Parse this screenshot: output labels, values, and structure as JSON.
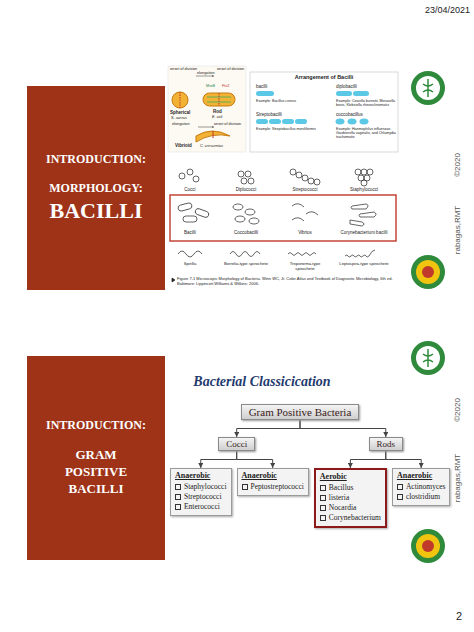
{
  "diagram": {
    "nodes": [
      {
        "text": [
          "INTRODUCTION:",
          "MORPHOLOGY:",
          "BACILLI"
        ]
      },
      {
        "text": [
          "INTRODUCTION:",
          "GRAM POSITIVE BACILLI"
        ]
      },
      {
        "text": [
          "Gram Positive Bacteria"
        ]
      },
      {
        "text": [
          "Cocci"
        ]
      },
      {
        "text": [
          "Rods"
        ]
      },
      {
        "text": [
          "Anaerobic",
          "Staphylococci",
          "Streptococci",
          "Enterococci"
        ]
      },
      {
        "text": [
          "Anaerobic",
          "Peptostreptococci"
        ]
      },
      {
        "text": [
          "Aerobic",
          "Bacillus",
          "listeria",
          "Nocardia",
          "Corynebacterium"
        ]
      },
      {
        "text": [
          "Anaerobic",
          "Actinomyces",
          "clostridium"
        ]
      }
    ],
    "edges": [
      {
        "from": 2,
        "to": 3,
        "arrow": "to"
      },
      {
        "from": 2,
        "to": 4,
        "arrow": "to"
      },
      {
        "from": 3,
        "to": 5,
        "arrow": "to"
      },
      {
        "from": 3,
        "to": 6,
        "arrow": "to"
      },
      {
        "from": 4,
        "to": 7,
        "arrow": "to"
      },
      {
        "from": 4,
        "to": 8,
        "arrow": "to"
      }
    ],
    "labels": [
      "23/04/2021",
      "©2020",
      "rabagas,RMT",
      "onset of division",
      "elongation",
      "onset of division",
      "MreB",
      "FtsZ",
      "Spherical",
      "S. aureus",
      "Rod",
      "E. coli",
      "elongation",
      "onset of division",
      "Vibrioid",
      "C. crescentus",
      "Arrangement of Bacilli",
      "bacilli",
      "Example: Bacillus cereus",
      "diplobacilli",
      "Example: Coxiella burnetii, Moraxella bovis, Klebsiella rhinoscleromatis",
      "Streptobacilli",
      "Example: Streptobacillus moniliformis",
      "coccobacillus",
      "Example: Haemophilus influenzae, Gardnerella vaginalis, and Chlamydia trachomatis",
      "Cocci",
      "Diplococci",
      "Streptococci",
      "Staphylococci",
      "Bacilli",
      "Coccobacilli",
      "Vibrios",
      "Corynebacterium bacilli",
      "Spirilla",
      "Borrelia-type spirochete",
      "Treponema-type spirochete",
      "Leptospira-type spirochete",
      "Figure 7-1 Microscopic Morphology of Bacteria. Winn WC, Jr. Color Atlas and Textbook of Diagnostic Microbiology, 6th ed. Baltimore: Lippincott Williams & Wilkins; 2006.",
      "©2020",
      "rabagas,RMT",
      "Bacterial Classicication",
      "2"
    ]
  }
}
